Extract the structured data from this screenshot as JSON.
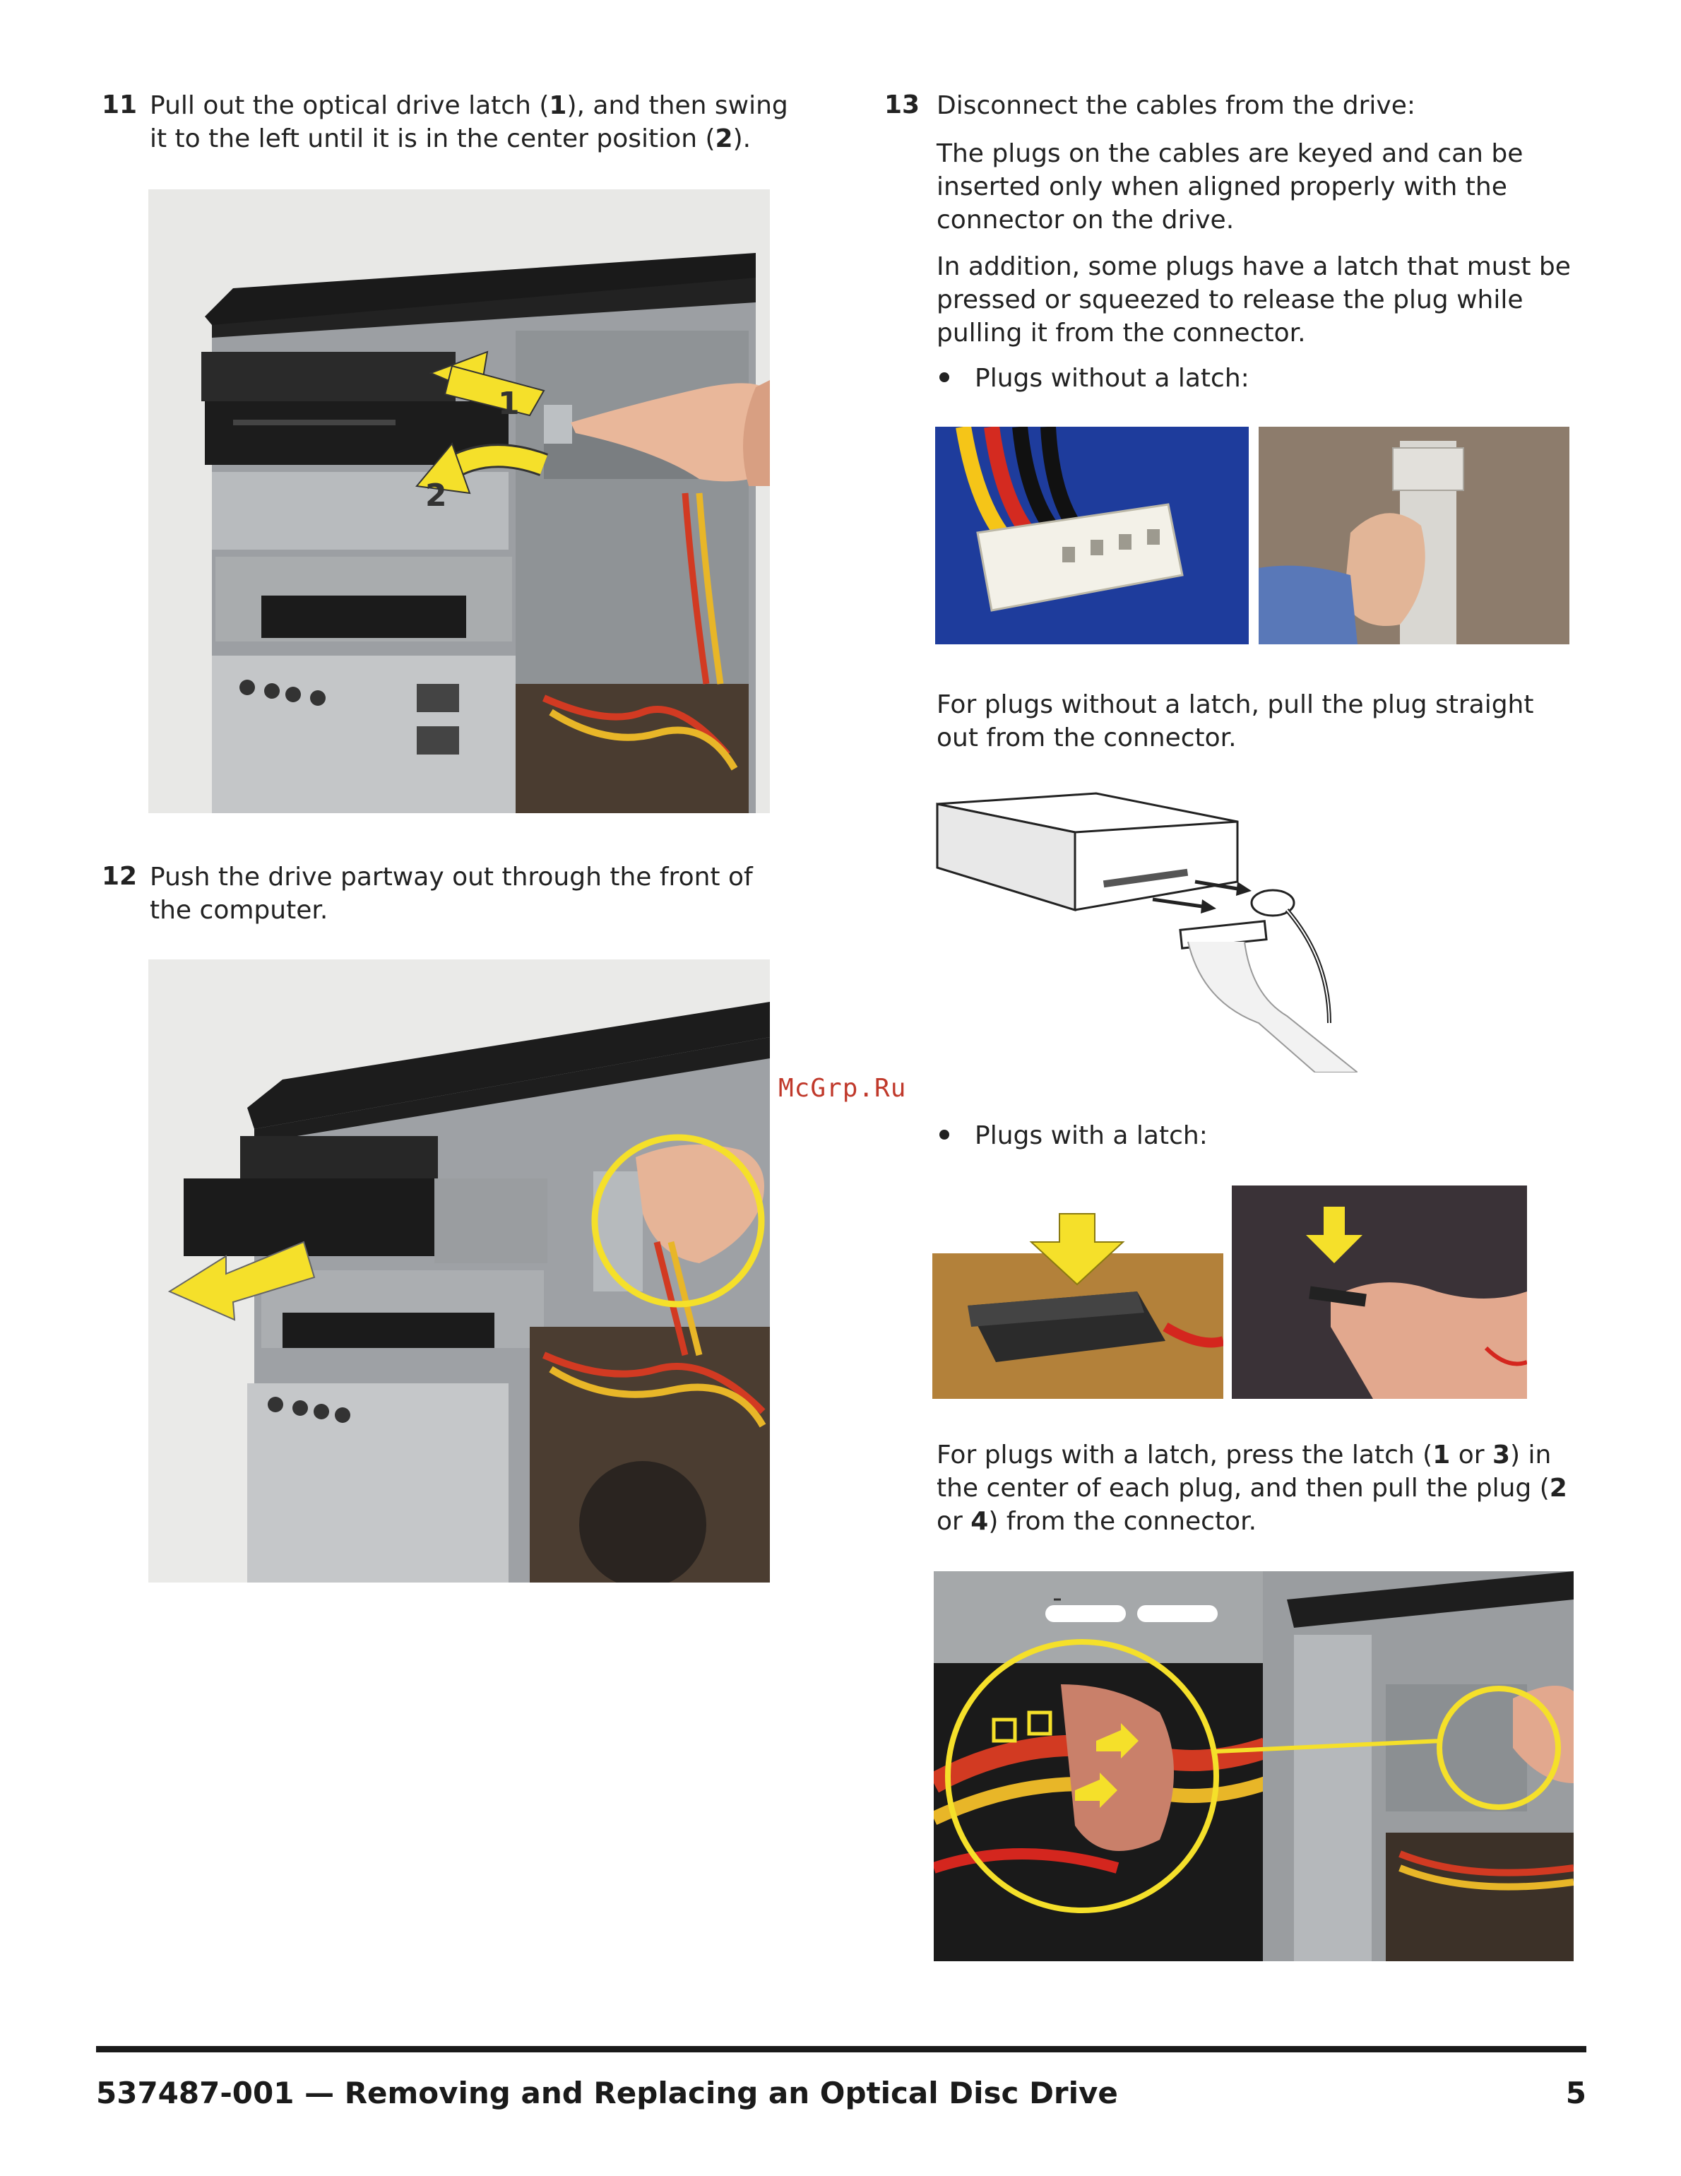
{
  "steps": [
    {
      "number": "11",
      "text_parts": [
        "Pull out the optical drive latch (",
        "1",
        "), and then swing it to the left until it is in the center position (",
        "2",
        ")."
      ]
    },
    {
      "number": "12",
      "text": "Push the drive partway out through the front of the computer."
    },
    {
      "number": "13",
      "text": "Disconnect the cables from the drive:",
      "para1": "The plugs on the cables are keyed and can be inserted only when aligned properly with the connector on the drive.",
      "para2": "In addition, some plugs have a latch that must be pressed or squeezed to release the plug while pulling it from the connector.",
      "bullet1": "Plugs without a latch:",
      "desc1": "For plugs without a latch, pull the plug straight out from the connector.",
      "bullet2": "Plugs with a latch:",
      "desc2_parts": [
        "For plugs with a latch, press the latch (",
        "1",
        " or ",
        "3",
        ") in the center of each plug, and then pull the plug (",
        "2",
        " or ",
        "4",
        ") from the connector."
      ]
    }
  ],
  "photo_labels": {
    "step11_arrow1": "1",
    "step11_arrow2": "2"
  },
  "watermark": "McGrp.Ru",
  "footer": {
    "title": "537487-001 — Removing and Replacing an Optical Disc Drive",
    "page": "5"
  },
  "colors": {
    "callout_yellow": "#f5e02a",
    "text": "#222222"
  }
}
